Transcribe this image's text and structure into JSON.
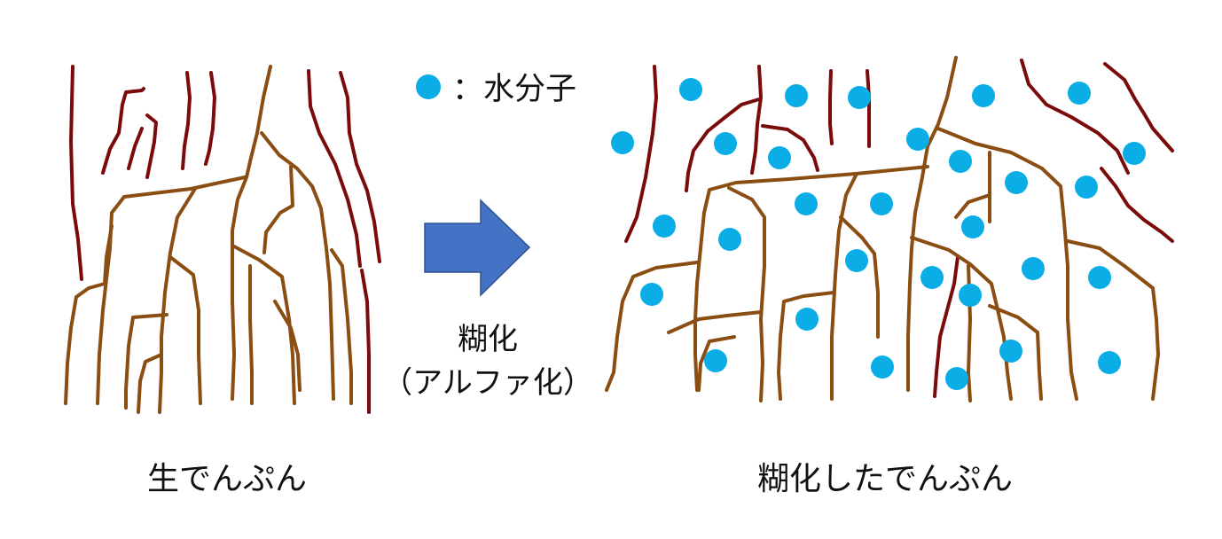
{
  "legend": {
    "label": "：水分子"
  },
  "arrow": {
    "color": "#4472c4",
    "label_line1": "糊化",
    "label_line2": "（アルファ化）"
  },
  "raw_starch": {
    "label": "生でんぷん"
  },
  "gelatinized_starch": {
    "label": "糊化したでんぷん"
  },
  "colors": {
    "water_molecule": "#0aade6",
    "fiber_dark": "#7b0a0a",
    "fiber_brown": "#8a4d12"
  }
}
